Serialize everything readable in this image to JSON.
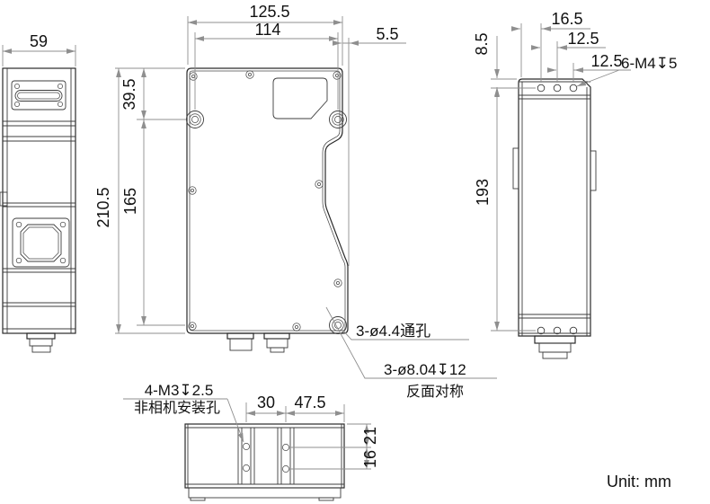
{
  "dims": {
    "left": {
      "width": "59"
    },
    "front": {
      "overall_width": "125.5",
      "hole_span_width": "114",
      "right_offset": "5.5",
      "top_to_hole": "39.5",
      "overall_height": "210.5",
      "hole_span_height": "165"
    },
    "right": {
      "edge_to_first_hole": "16.5",
      "hole_pitch_a": "12.5",
      "hole_pitch_b": "12.5",
      "top_to_holes": "8.5",
      "hole_rows_span": "193",
      "thread_callout": "6-M4↧5"
    },
    "bottom": {
      "rail_pitch": "30",
      "rail_to_edge": "47.5",
      "edge_to_first_row": "21",
      "row_pitch": "16",
      "thread_callout": "4-M3↧2.5",
      "thread_note": "非相机安装孔"
    }
  },
  "annotations": {
    "through_hole": "3-ø4.4通孔",
    "counterbore": "3-ø8.04↧12",
    "counterbore_note": "反面对称",
    "unit": "Unit: mm"
  }
}
